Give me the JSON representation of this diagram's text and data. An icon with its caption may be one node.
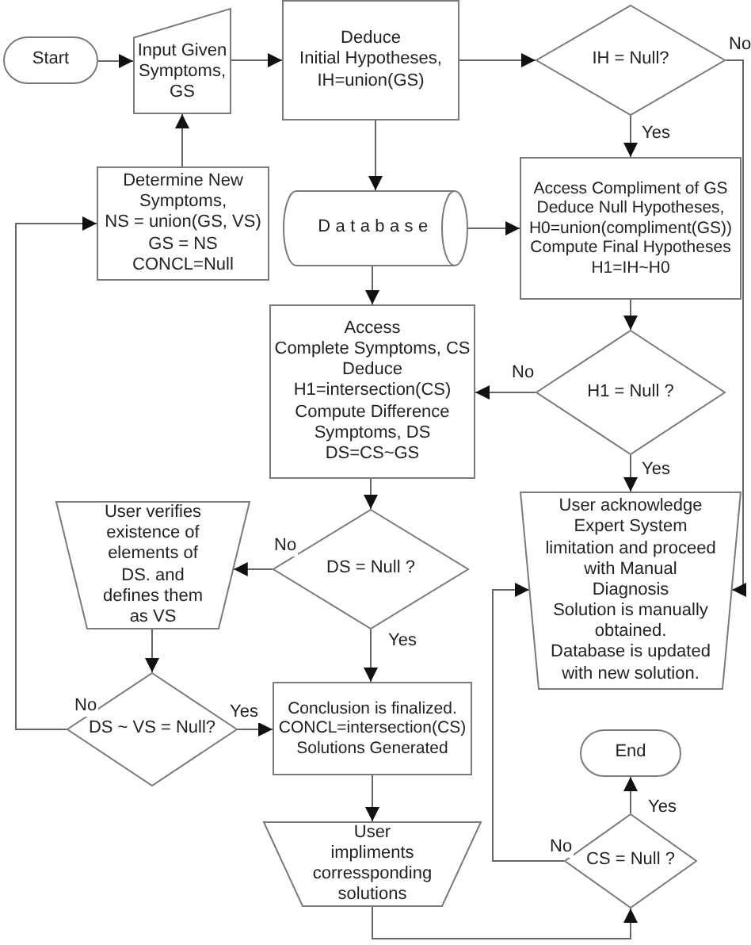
{
  "diagram": {
    "nodes": [
      {
        "text": [
          "Start"
        ]
      },
      {
        "text": [
          "Input Given Symptoms, GS"
        ]
      },
      {
        "text": [
          "Deduce",
          "Initial Hypotheses,",
          "IH=union(GS)"
        ]
      },
      {
        "text": [
          "IH = Null?"
        ]
      },
      {
        "text": [
          "Determine New Symptoms,",
          "NS = union(GS, VS)",
          "GS = NS",
          "CONCL=Null"
        ]
      },
      {
        "text": [
          "Database"
        ]
      },
      {
        "text": [
          "Access Compliment of GS",
          "Deduce  Null Hypotheses,",
          "H0=union(compliment(GS))",
          "Compute Final Hypotheses",
          "H1=IH~H0"
        ]
      },
      {
        "text": [
          "Access",
          "Complete Symptoms,  CS",
          "Deduce",
          "H1=intersection(CS)",
          "Compute Difference",
          "Symptoms, DS",
          "DS=CS~GS"
        ]
      },
      {
        "text": [
          "H1 = Null ?"
        ]
      },
      {
        "text": [
          "User verifies existence of elements of DS. and defines them as VS"
        ]
      },
      {
        "text": [
          "DS = Null ?"
        ]
      },
      {
        "text": [
          "User acknowledge Expert System limitation and proceed with Manual Diagnosis",
          "Solution is manually obtained.",
          "Database is updated with new solution."
        ]
      },
      {
        "text": [
          "DS ~ VS = Null?"
        ]
      },
      {
        "text": [
          "Conclusion is finalized.",
          "CONCL=intersection(CS)",
          "Solutions Generated"
        ]
      },
      {
        "text": [
          "End"
        ]
      },
      {
        "text": [
          "User impliments corressponding solutions"
        ]
      },
      {
        "text": [
          "CS = Null ?"
        ]
      }
    ],
    "edges": [
      {
        "from": 0,
        "to": 1,
        "arrow": "to"
      },
      {
        "from": 1,
        "to": 2,
        "arrow": "to"
      },
      {
        "from": 2,
        "to": 3,
        "arrow": "to"
      },
      {
        "from": 3,
        "to": 11,
        "arrow": "to",
        "label": "No"
      },
      {
        "from": 3,
        "to": 6,
        "arrow": "to",
        "label": "Yes"
      },
      {
        "from": 2,
        "to": 5,
        "arrow": "to"
      },
      {
        "from": 5,
        "to": 6,
        "arrow": "to"
      },
      {
        "from": 5,
        "to": 7,
        "arrow": "to"
      },
      {
        "from": 6,
        "to": 8,
        "arrow": "to"
      },
      {
        "from": 8,
        "to": 7,
        "arrow": "to",
        "label": "No"
      },
      {
        "from": 8,
        "to": 11,
        "arrow": "to",
        "label": "Yes"
      },
      {
        "from": 7,
        "to": 10,
        "arrow": "to"
      },
      {
        "from": 10,
        "to": 9,
        "arrow": "to",
        "label": "No"
      },
      {
        "from": 10,
        "to": 13,
        "arrow": "to",
        "label": "Yes"
      },
      {
        "from": 9,
        "to": 12,
        "arrow": "to"
      },
      {
        "from": 12,
        "to": 13,
        "arrow": "to",
        "label": "Yes"
      },
      {
        "from": 12,
        "to": 4,
        "arrow": "to",
        "label": "No"
      },
      {
        "from": 4,
        "to": 1,
        "arrow": "to"
      },
      {
        "from": 13,
        "to": 15,
        "arrow": "to"
      },
      {
        "from": 15,
        "to": 16,
        "arrow": "to"
      },
      {
        "from": 16,
        "to": 14,
        "arrow": "to",
        "label": "Yes"
      },
      {
        "from": 16,
        "to": 11,
        "arrow": "to",
        "label": "No"
      }
    ]
  }
}
